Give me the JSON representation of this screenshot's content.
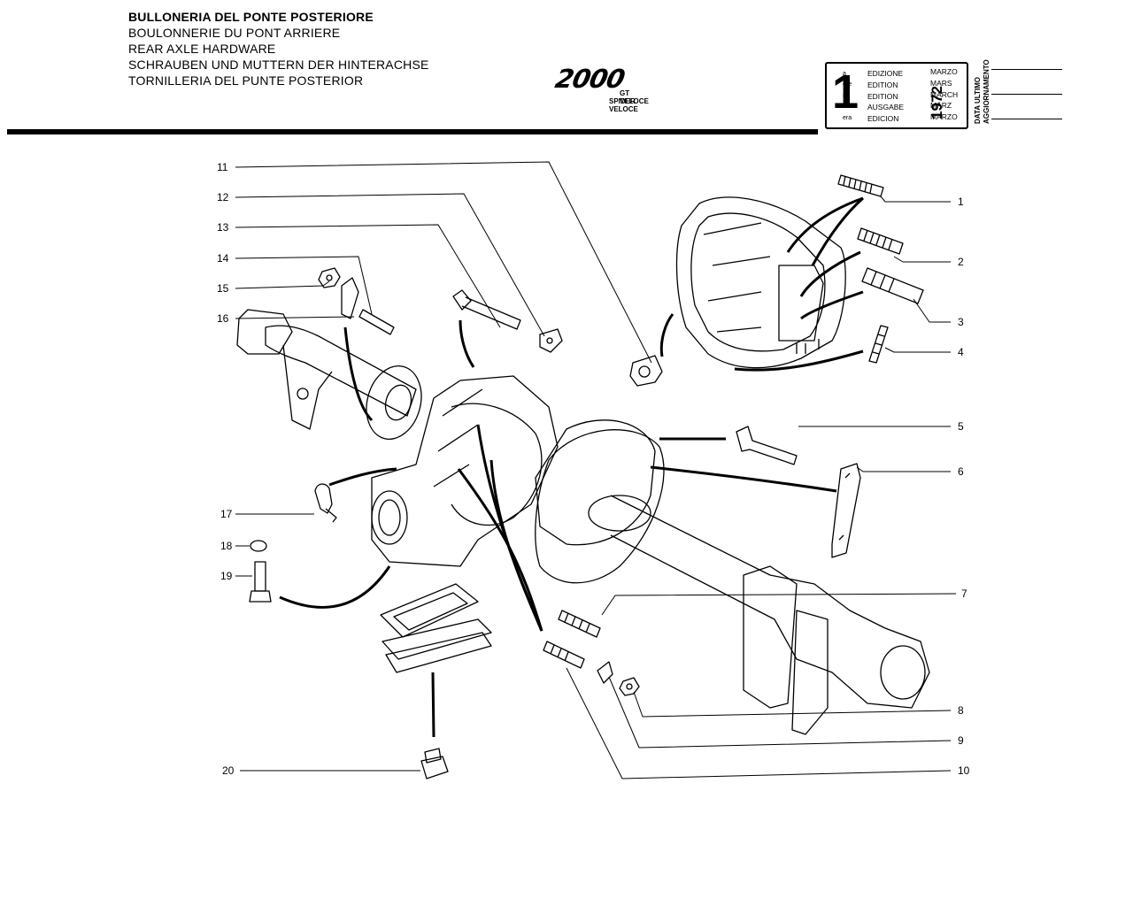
{
  "header": {
    "titles": [
      "BULLONERIA DEL PONTE POSTERIORE",
      "BOULONNERIE DU PONT ARRIERE",
      "REAR AXLE HARDWARE",
      "SCHRAUBEN UND MUTTERN DER HINTERACHSE",
      "TORNILLERIA DEL PUNTE POSTERIOR"
    ],
    "model_logo": "2000",
    "model_lines": [
      "GT VELOCE",
      "SPIDER VELOCE"
    ]
  },
  "edition_box": {
    "number": "1",
    "suffixes": [
      "a",
      "ere",
      "st",
      ".",
      "era"
    ],
    "edition_words": [
      "EDIZIONE",
      "EDITION",
      "EDITION",
      "AUSGABE",
      "EDICION"
    ],
    "months": [
      "MARZO",
      "MARS",
      "MARCH",
      "MÄRZ",
      "MARZO"
    ],
    "year": "1972"
  },
  "update_label": [
    "DATA ULTIMO",
    "AGGIORNAMENTO"
  ],
  "callouts": [
    "1",
    "2",
    "3",
    "4",
    "5",
    "6",
    "7",
    "8",
    "9",
    "10",
    "11",
    "12",
    "13",
    "14",
    "15",
    "16",
    "17",
    "18",
    "19",
    "20"
  ]
}
